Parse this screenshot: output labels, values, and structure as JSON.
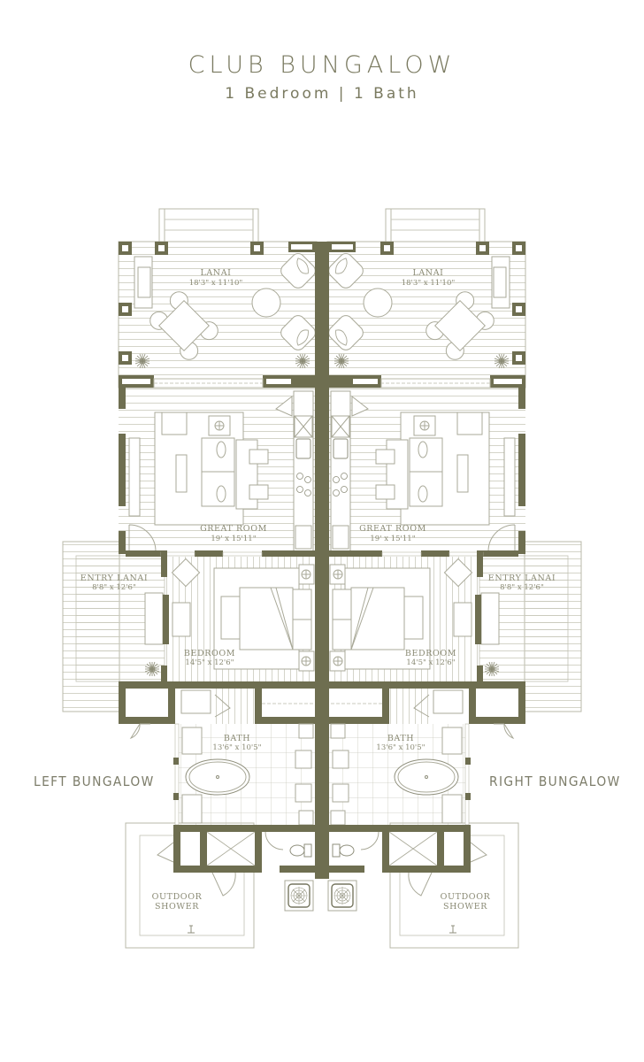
{
  "header": {
    "title": "CLUB BUNGALOW",
    "subtitle": "1 Bedroom | 1 Bath"
  },
  "colors": {
    "wall": "#6e6e50",
    "line": "#b8b8a8",
    "text": "#7a7a60",
    "background": "#ffffff"
  },
  "labels": {
    "left_bungalow": "LEFT BUNGALOW",
    "right_bungalow": "RIGHT BUNGALOW"
  },
  "bungalows": {
    "left": {
      "rooms": {
        "lanai": {
          "name": "LANAI",
          "size": "18'3\" x 11'10\""
        },
        "great_room": {
          "name": "GREAT ROOM",
          "size": "19' x 15'11\""
        },
        "entry_lanai": {
          "name": "ENTRY LANAI",
          "size": "8'8\" x 12'6\""
        },
        "bedroom": {
          "name": "BEDROOM",
          "size": "14'5\" x 12'6\""
        },
        "bath": {
          "name": "BATH",
          "size": "13'6\" x 10'5\""
        },
        "outdoor_shower_1": {
          "name": "OUTDOOR"
        },
        "outdoor_shower_2": {
          "name": "SHOWER"
        }
      }
    },
    "right": {
      "rooms": {
        "lanai": {
          "name": "LANAI",
          "size": "18'3\" x 11'10\""
        },
        "great_room": {
          "name": "GREAT ROOM",
          "size": "19' x 15'11\""
        },
        "entry_lanai": {
          "name": "ENTRY LANAI",
          "size": "8'8\" x 12'6\""
        },
        "bedroom": {
          "name": "BEDROOM",
          "size": "14'5\" x 12'6\""
        },
        "bath": {
          "name": "BATH",
          "size": "13'6\" x 10'5\""
        },
        "outdoor_shower_1": {
          "name": "OUTDOOR"
        },
        "outdoor_shower_2": {
          "name": "SHOWER"
        }
      }
    }
  }
}
